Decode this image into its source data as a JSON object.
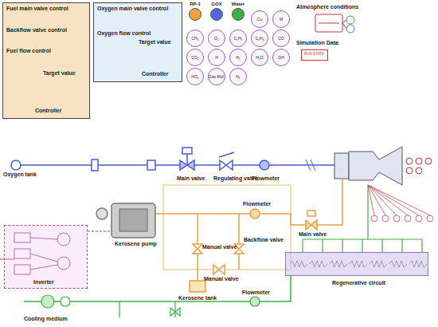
{
  "diagram": {
    "nodes": [
      {
        "text": [
          "Fuel main valve control",
          "Backflow valve control",
          "Fuel flow control",
          "Target value",
          "Controller"
        ]
      },
      {
        "text": [
          "Oxygen main valve control",
          "Oxygen flow control",
          "Target value",
          "Controller"
        ]
      },
      {
        "text": [
          "RUN STATS"
        ]
      },
      {
        "text": [
          "Inverter"
        ]
      },
      {
        "text": [
          "Regenerative circuit"
        ]
      }
    ],
    "labels": [
      "Cu",
      "M",
      "CH₄",
      "O₂",
      "C₂H₂",
      "C₂H₄",
      "CO",
      "CO₂",
      "H",
      "H₂",
      "H₂O",
      "OH",
      "HO₂",
      "Gas Mol.",
      "N₂",
      "Atmosphere conditions",
      "Simulation Data",
      "Oxygen tank",
      "Main valve",
      "Regulating valve",
      "Flowmeter",
      "Kerosene pump",
      "Flowmeter",
      "Manual valve",
      "Backflow valve",
      "Main valve",
      "Kerosene tank",
      "Manual valve",
      "Flowmeter",
      "Cooling medium"
    ],
    "legend": [
      {
        "text": "RP-1",
        "color": "#f0a040"
      },
      {
        "text": "GOX",
        "color": "#5566dd"
      },
      {
        "text": "Water",
        "color": "#3cb043"
      }
    ]
  }
}
